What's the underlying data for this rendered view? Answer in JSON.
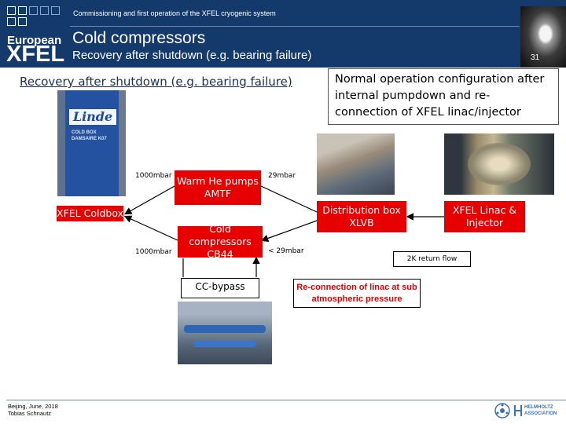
{
  "header": {
    "logo_line1": "European",
    "logo_line2": "XFEL",
    "breadcrumb": "Commissioning and first operation of the XFEL cryogenic system",
    "title": "Cold compressors",
    "subtitle": "Recovery after shutdown (e.g. bearing failure)",
    "page_number": "31"
  },
  "slide": {
    "heading_left": "Recovery after shutdown (e.g. bearing failure)",
    "heading_right": "Normal operation configuration after internal pumpdown and re-connection of XFEL linac/injector"
  },
  "photos": {
    "linde_logo": "Linde",
    "linde_text": "COLD BOX\nDAMSAIRE K07"
  },
  "flow": {
    "warm_pumps": "Warm He pumps AMTF",
    "coldbox": "XFEL Coldbox",
    "distribution_box": "Distribution box XLVB",
    "linac": "XFEL Linac & Injector",
    "cold_compressors": "Cold compressors CB44",
    "cc_bypass": "CC-bypass",
    "p_1000_top": "1000mbar",
    "p_1000_bottom": "1000mbar",
    "p_29": "29mbar",
    "p_lt29": "< 29mbar",
    "return_flow": "2K return flow",
    "reconnection": "Re-connection of linac at sub atmospheric pressure"
  },
  "footer": {
    "line1": "Beijing, June, 2018",
    "line2": "Tobias Schnautz",
    "helmholtz": "HELMHOLTZ\nASSOCIATION"
  },
  "colors": {
    "header_bg": "#143a6b",
    "box_red": "#e60000",
    "arrow_red": "#e60000",
    "heading_blue": "#1c2e5c"
  }
}
